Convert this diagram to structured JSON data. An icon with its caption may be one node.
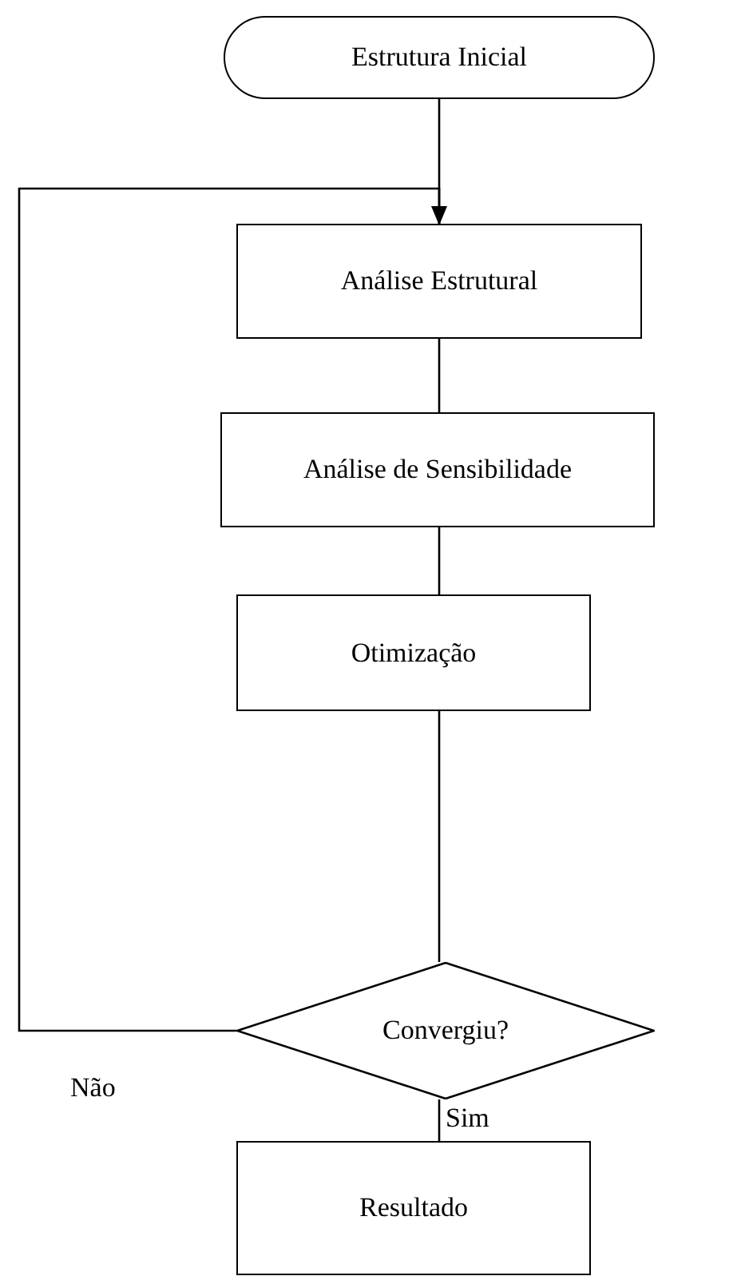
{
  "diagram": {
    "nodes": [
      {
        "text": [
          "Estrutura Inicial"
        ]
      },
      {
        "text": [
          "Análise Estrutural"
        ]
      },
      {
        "text": [
          "Análise de Sensibilidade"
        ]
      },
      {
        "text": [
          "Otimização"
        ]
      },
      {
        "text": [
          "Convergiu?"
        ]
      },
      {
        "text": [
          "Resultado"
        ]
      }
    ],
    "edges": [
      {
        "from": 0,
        "to": 1,
        "arrow": "none"
      },
      {
        "from": 1,
        "to": 2,
        "arrow": "none"
      },
      {
        "from": 2,
        "to": 3,
        "arrow": "none"
      },
      {
        "from": 3,
        "to": 4,
        "arrow": "none"
      },
      {
        "from": 4,
        "to": 1,
        "arrow": "to",
        "label": "Não"
      },
      {
        "from": 4,
        "to": 5,
        "arrow": "none",
        "label": "Sim"
      }
    ]
  }
}
